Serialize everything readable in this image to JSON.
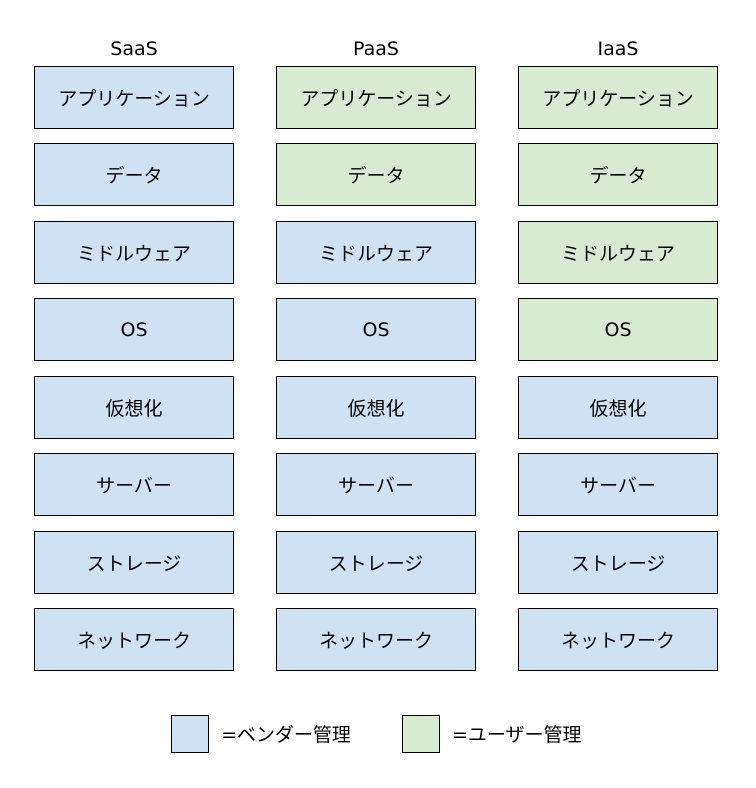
{
  "colors": {
    "vendor": "#cfe2f3",
    "user": "#d9ead3",
    "border": "#000000"
  },
  "columns": [
    {
      "title": "SaaS",
      "cells": [
        {
          "label": "アプリケーション",
          "managed_by": "vendor"
        },
        {
          "label": "データ",
          "managed_by": "vendor"
        },
        {
          "label": "ミドルウェア",
          "managed_by": "vendor"
        },
        {
          "label": "OS",
          "managed_by": "vendor"
        },
        {
          "label": "仮想化",
          "managed_by": "vendor"
        },
        {
          "label": "サーバー",
          "managed_by": "vendor"
        },
        {
          "label": "ストレージ",
          "managed_by": "vendor"
        },
        {
          "label": "ネットワーク",
          "managed_by": "vendor"
        }
      ]
    },
    {
      "title": "PaaS",
      "cells": [
        {
          "label": "アプリケーション",
          "managed_by": "user"
        },
        {
          "label": "データ",
          "managed_by": "user"
        },
        {
          "label": "ミドルウェア",
          "managed_by": "vendor"
        },
        {
          "label": "OS",
          "managed_by": "vendor"
        },
        {
          "label": "仮想化",
          "managed_by": "vendor"
        },
        {
          "label": "サーバー",
          "managed_by": "vendor"
        },
        {
          "label": "ストレージ",
          "managed_by": "vendor"
        },
        {
          "label": "ネットワーク",
          "managed_by": "vendor"
        }
      ]
    },
    {
      "title": "IaaS",
      "cells": [
        {
          "label": "アプリケーション",
          "managed_by": "user"
        },
        {
          "label": "データ",
          "managed_by": "user"
        },
        {
          "label": "ミドルウェア",
          "managed_by": "user"
        },
        {
          "label": "OS",
          "managed_by": "user"
        },
        {
          "label": "仮想化",
          "managed_by": "vendor"
        },
        {
          "label": "サーバー",
          "managed_by": "vendor"
        },
        {
          "label": "ストレージ",
          "managed_by": "vendor"
        },
        {
          "label": "ネットワーク",
          "managed_by": "vendor"
        }
      ]
    }
  ],
  "legend": {
    "vendor_label": "=ベンダー管理",
    "user_label": "=ユーザー管理"
  }
}
